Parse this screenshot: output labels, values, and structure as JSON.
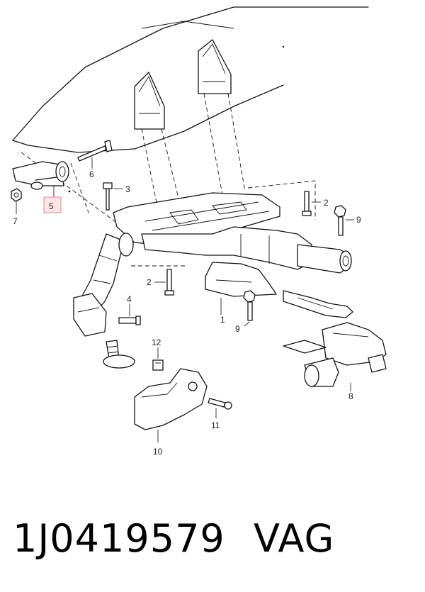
{
  "callouts": {
    "c1": "1",
    "c2a": "2",
    "c2b": "2",
    "c3": "3",
    "c4": "4",
    "c5": "5",
    "c6": "6",
    "c7": "7",
    "c8": "8",
    "c9a": "9",
    "c9b": "9",
    "c10": "10",
    "c11": "11",
    "c12": "12"
  },
  "footer": {
    "part_number": "1J0419579",
    "brand": "VAG"
  },
  "highlight_color": "#fde4e6"
}
